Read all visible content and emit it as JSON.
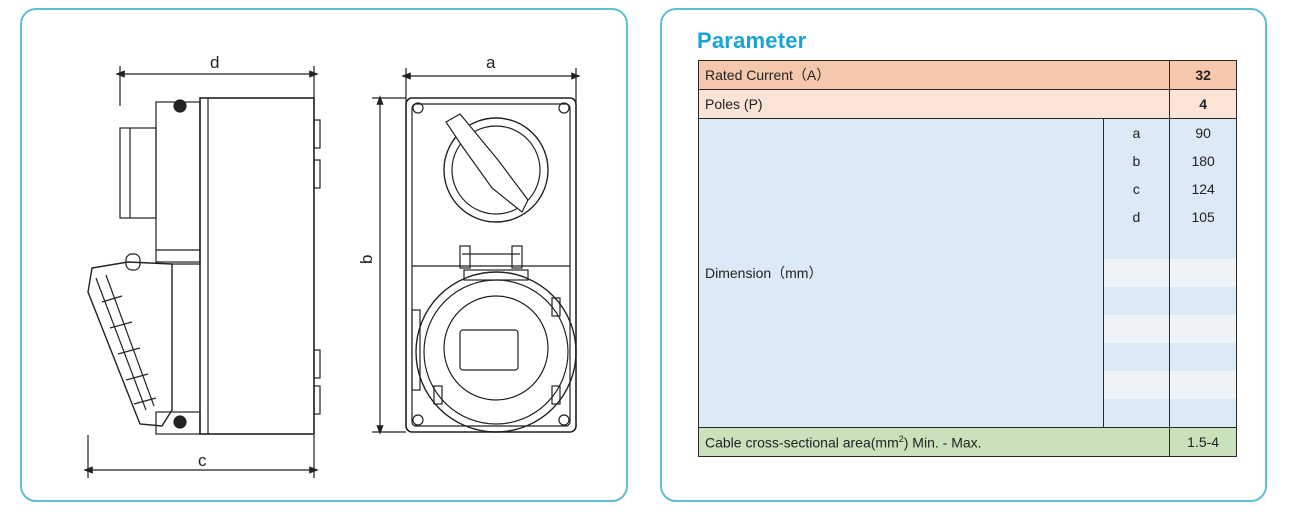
{
  "drawing": {
    "labels": {
      "a": "a",
      "b": "b",
      "c": "c",
      "d": "d"
    }
  },
  "parameter": {
    "title": "Parameter",
    "rated_current": {
      "label": "Rated Current（A）",
      "value": "32"
    },
    "poles": {
      "label": "Poles (P)",
      "value": "4"
    },
    "dimension": {
      "label": "Dimension（mm）",
      "rows": [
        {
          "key": "a",
          "value": "90"
        },
        {
          "key": "b",
          "value": "180"
        },
        {
          "key": "c",
          "value": "124"
        },
        {
          "key": "d",
          "value": "105"
        }
      ]
    },
    "cable": {
      "label_pre": "Cable cross-sectional area(mm",
      "label_sup": "2",
      "label_post": ") Min. - Max.",
      "value": "1.5-4"
    }
  },
  "colors": {
    "border": "#5fc0d4",
    "title": "#1aa3d4",
    "rated_current_bg": "#f5c7ac",
    "poles_bg": "#fbe3d5",
    "dimension_bg": "#dce9f6",
    "cable_bg": "#c9e2bc"
  }
}
